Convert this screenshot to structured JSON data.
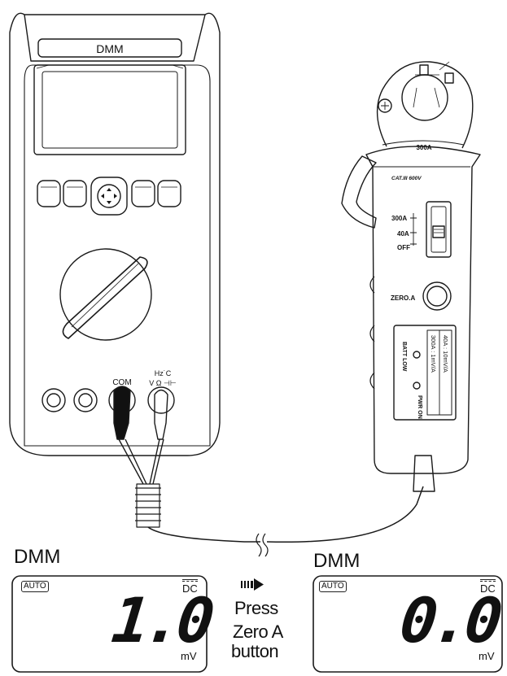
{
  "meter": {
    "title": "DMM",
    "com_label": "COM",
    "volt_terminal": {
      "line1": "Hz˙C",
      "line2": "V Ω ⊣⊢"
    }
  },
  "clamp": {
    "range_badge": "300A",
    "cat_rating": "CAT.III 600V",
    "switch_positions": [
      "300A",
      "40A",
      "OFF"
    ],
    "zero_button_label": "ZERO.A",
    "lcd": {
      "batt_label": "BATT LOW",
      "range_300": "300A : 1mV/A",
      "range_40": "40A : 10mV/A",
      "pwr_label": "PWR ON"
    }
  },
  "display_before": {
    "label": "DMM",
    "auto_badge": "AUTO",
    "mode": "DC",
    "reading": "1.0",
    "unit": "mV"
  },
  "display_after": {
    "label": "DMM",
    "auto_badge": "AUTO",
    "mode": "DC",
    "reading": "0.0",
    "unit": "mV"
  },
  "instruction": {
    "arrow_icon": "dashed-right-arrow",
    "line1": "Press",
    "line2": "Zero A",
    "line3": "button"
  }
}
